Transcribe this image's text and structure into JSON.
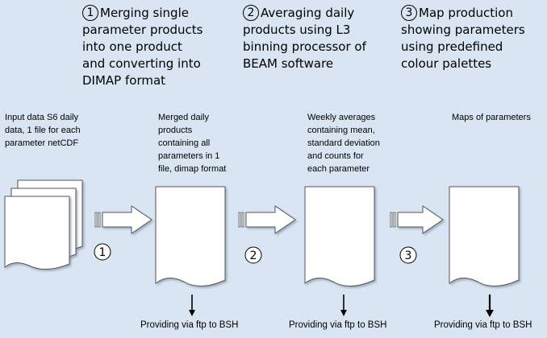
{
  "steps": [
    {
      "number": "1",
      "lines": [
        "Merging single",
        "parameter products",
        "into one product",
        "and converting into",
        "DIMAP format"
      ]
    },
    {
      "number": "2",
      "lines": [
        "Averaging daily",
        "products using L3",
        "binning processor of",
        "BEAM software"
      ]
    },
    {
      "number": "3",
      "lines": [
        "Map production",
        "showing parameters",
        "using predefined",
        "colour  palettes"
      ]
    }
  ],
  "captions": [
    {
      "lines": [
        "Input data S6 daily",
        "data, 1 file for each",
        "parameter netCDF"
      ]
    },
    {
      "lines": [
        "Merged daily",
        "products",
        "containing all",
        "parameters in 1",
        "file, dimap format"
      ]
    },
    {
      "lines": [
        "Weekly averages",
        "containing mean,",
        "standard deviation",
        "and counts for",
        "each parameter"
      ]
    },
    {
      "lines": [
        "Maps of parameters"
      ]
    }
  ],
  "arrow_labels": [
    "1",
    "2",
    "3"
  ],
  "providing": [
    "Providing via ftp to BSH",
    "Providing via ftp to BSH",
    "Providing via ftp to BSH"
  ],
  "colors": {
    "background": "#d9e5f2",
    "document_fill": "#ffffff",
    "outline": "#555555"
  }
}
